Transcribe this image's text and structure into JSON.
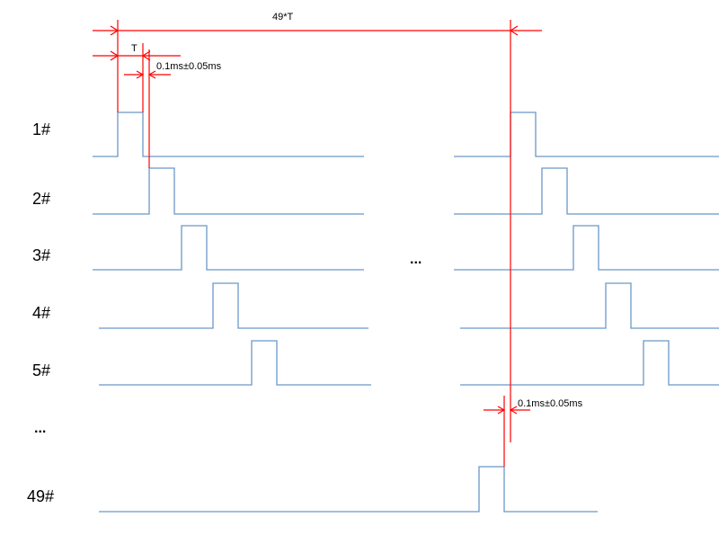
{
  "colors": {
    "wave": "#6b97c8",
    "marker": "#ff0000",
    "text": "#000000",
    "background": "#ffffff"
  },
  "annotations": {
    "total_period": "49*T",
    "period": "T",
    "pulse_width_top": "0.1ms±0.05ms",
    "pulse_width_bottom": "0.1ms±0.05ms"
  },
  "ellipsis_rows": "...",
  "ellipsis_columns": "...",
  "channels": [
    {
      "label": "1#"
    },
    {
      "label": "2#"
    },
    {
      "label": "3#"
    },
    {
      "label": "4#"
    },
    {
      "label": "5#"
    },
    {
      "label": "49#"
    }
  ]
}
